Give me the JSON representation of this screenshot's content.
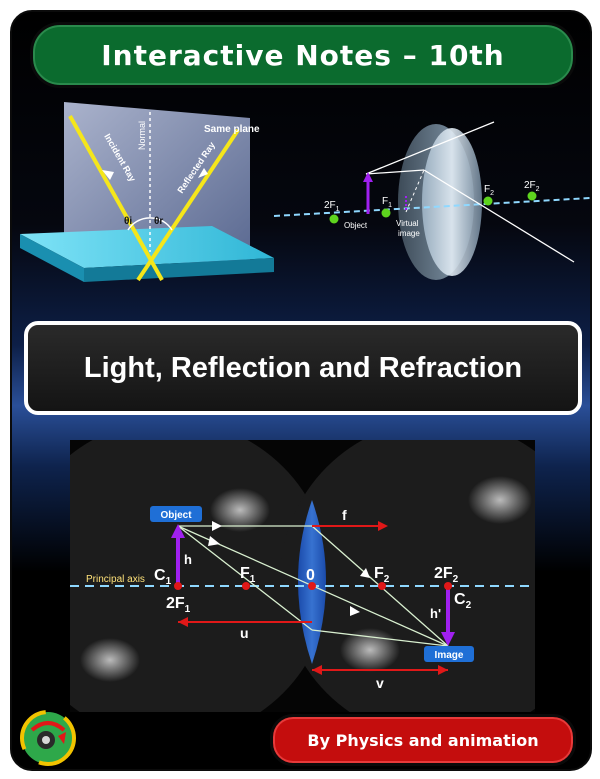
{
  "header": {
    "title": "Interactive Notes – 10th"
  },
  "topic": {
    "title": "Light, Reflection and Refraction"
  },
  "footer": {
    "author": "By Physics and animation"
  },
  "reflection_diagram": {
    "incident_label": "Incident Ray",
    "normal_label": "Normal",
    "reflected_label": "Reflected Ray",
    "plane_label": "Same plane",
    "angle_i": "θi",
    "angle_r": "θr"
  },
  "lens_virtual_diagram": {
    "label_2f1": "2F",
    "label_2f1_sub": "1",
    "label_f1": "F",
    "label_f1_sub": "1",
    "label_f2": "F",
    "label_f2_sub": "2",
    "label_2f2": "2F",
    "label_2f2_sub": "2",
    "object_label": "Object",
    "virtual_line1": "Virtual",
    "virtual_line2": "image"
  },
  "convex_lens_diagram": {
    "object_badge": "Object",
    "image_badge": "Image",
    "principal_axis": "Principal axis",
    "f_label": "f",
    "u_label": "u",
    "v_label": "v",
    "h_label": "h",
    "h_prime_label": "h'",
    "o_label": "0",
    "c1": "C",
    "c1_sub": "1",
    "c2": "C",
    "c2_sub": "2",
    "f1": "F",
    "f1_sub": "1",
    "f2": "F",
    "f2_sub": "2",
    "twof1": "2F",
    "twof1_sub": "1",
    "twof2": "2F",
    "twof2_sub": "2"
  },
  "colors": {
    "title_green": "#0b6b2e",
    "author_red": "#c40d0d",
    "ray_yellow": "#f5e61a",
    "object_purple": "#a020f0",
    "axis_cyan": "#8fd8ff",
    "badge_blue": "#1f6fd6"
  }
}
